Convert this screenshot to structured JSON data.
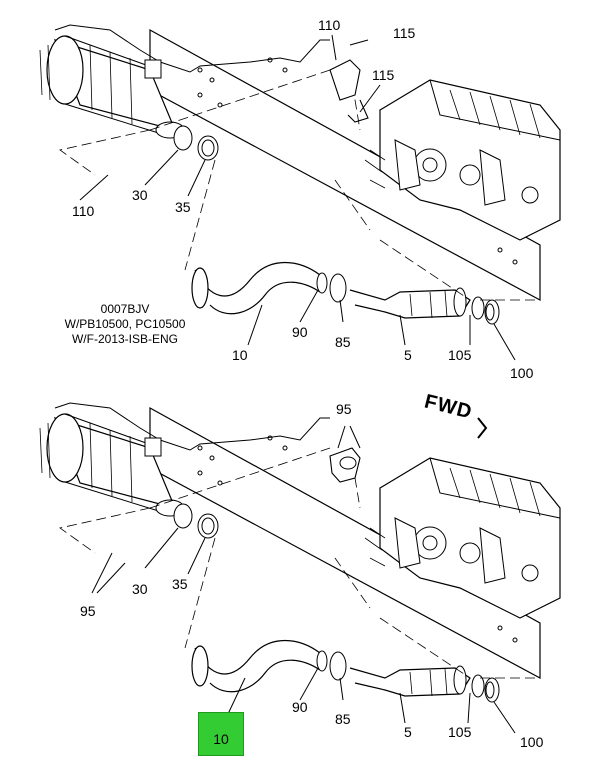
{
  "diagram": {
    "note_lines": [
      "0007BJV",
      "W/PB10500, PC10500",
      "W/F-2013-ISB-ENG"
    ],
    "direction_label": "FWD",
    "highlight_color": "#33cc33",
    "top_callouts": {
      "c110a": "110",
      "c115a": "115",
      "c115b": "115",
      "c110b": "110",
      "c30": "30",
      "c35": "35",
      "c90": "90",
      "c85": "85",
      "c10": "10",
      "c5": "5",
      "c105": "105",
      "c100": "100"
    },
    "bottom_callouts": {
      "c95a": "95",
      "c95b": "95",
      "c30": "30",
      "c35": "35",
      "c90": "90",
      "c85": "85",
      "c10": "10",
      "c5": "5",
      "c105": "105",
      "c100": "100"
    }
  }
}
